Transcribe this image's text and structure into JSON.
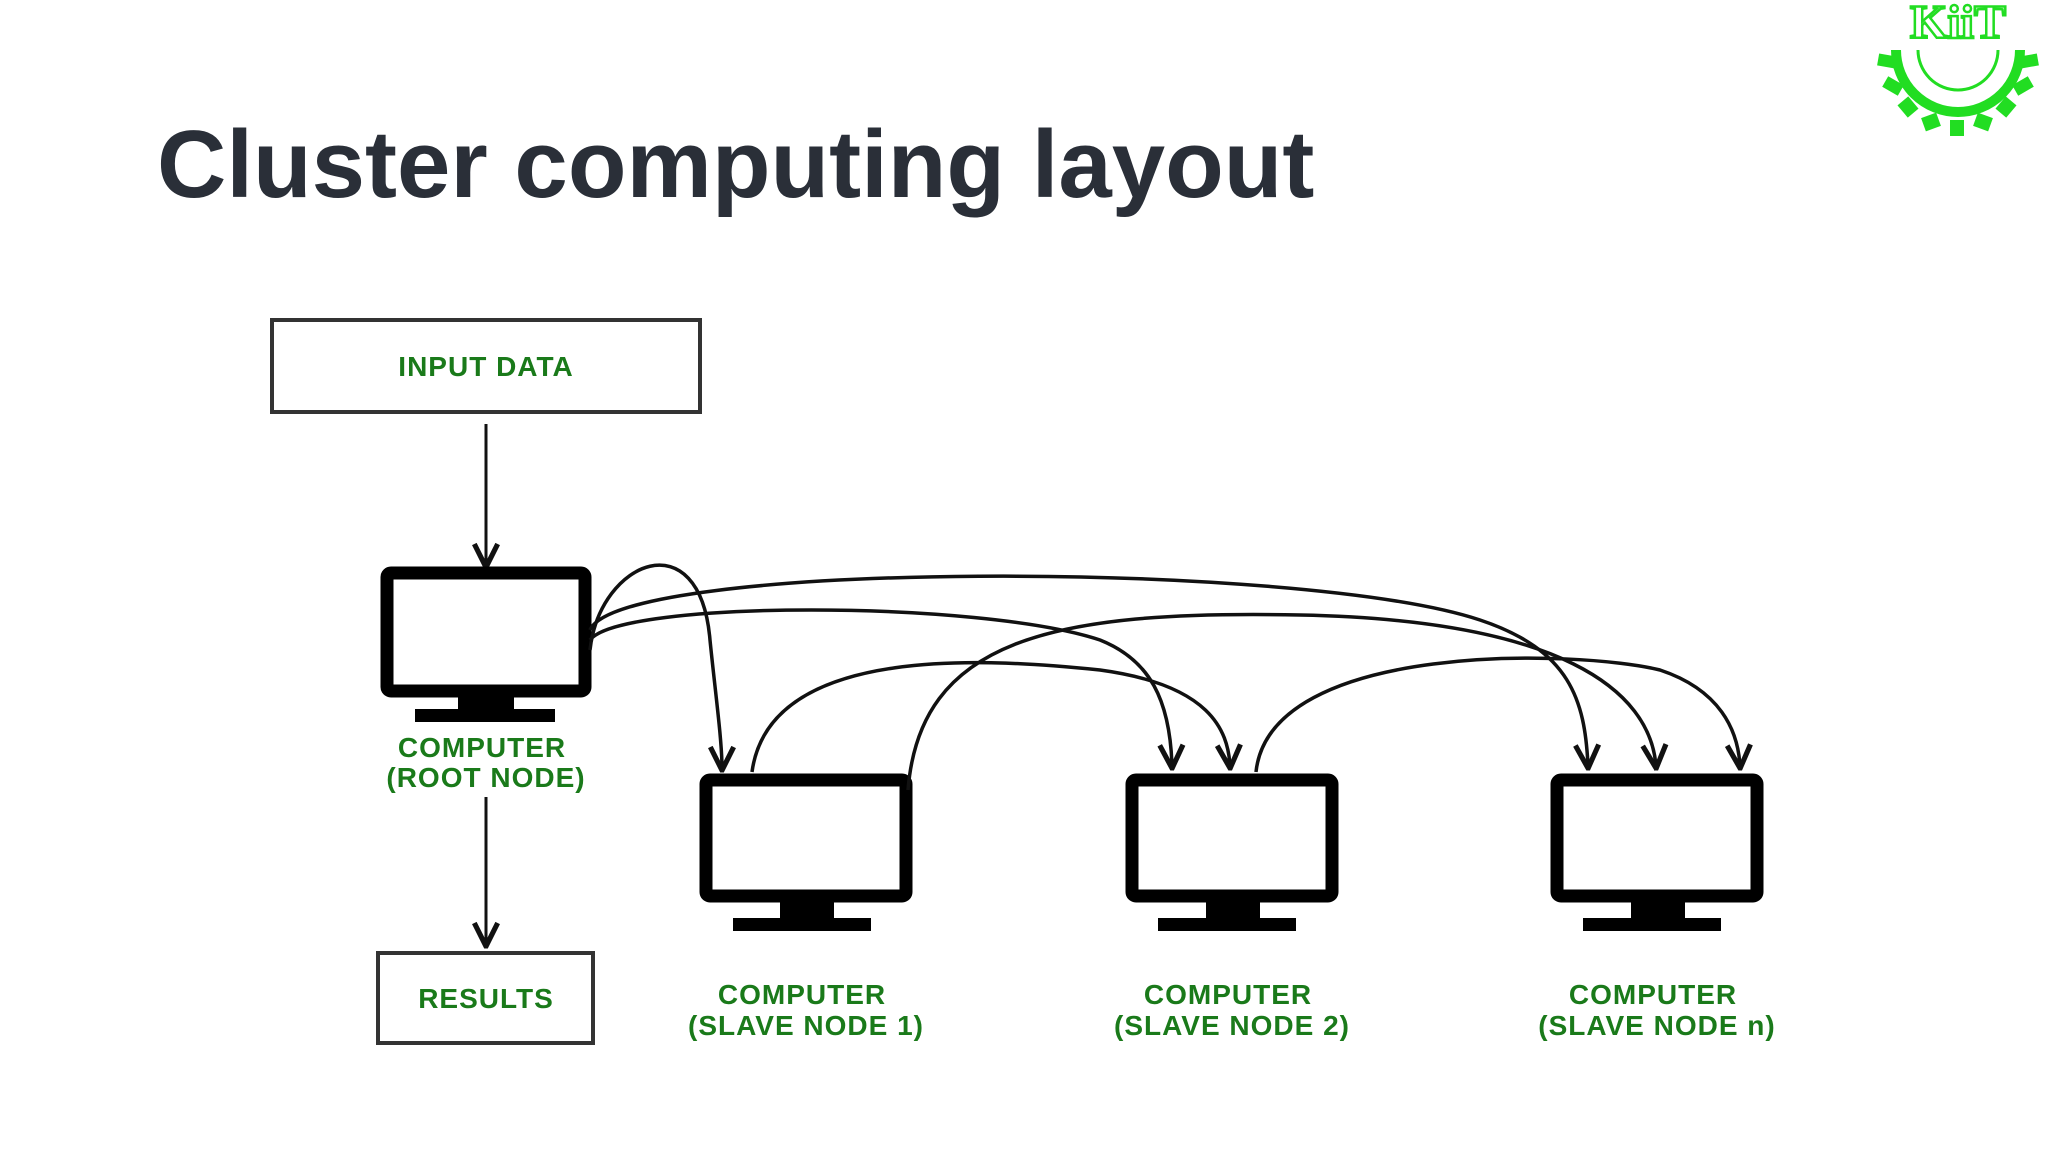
{
  "slide": {
    "title": "Cluster computing layout",
    "logo_text": "KiiT"
  },
  "colors": {
    "title": "#2a2f38",
    "label_green": "#1a7a1a",
    "logo_green": "#22dd22",
    "line": "#111111"
  },
  "diagram": {
    "input_box": "INPUT DATA",
    "results_box": "RESULTS",
    "root_node": {
      "line1": "COMPUTER",
      "line2": "(ROOT NODE)"
    },
    "slave_nodes": [
      {
        "line1": "COMPUTER",
        "line2": "(SLAVE NODE 1)"
      },
      {
        "line1": "COMPUTER",
        "line2": "(SLAVE NODE 2)"
      },
      {
        "line1": "COMPUTER",
        "line2": "(SLAVE NODE n)"
      }
    ],
    "icons": {
      "computer": "monitor-icon",
      "logo": "gear-logo-icon"
    }
  }
}
